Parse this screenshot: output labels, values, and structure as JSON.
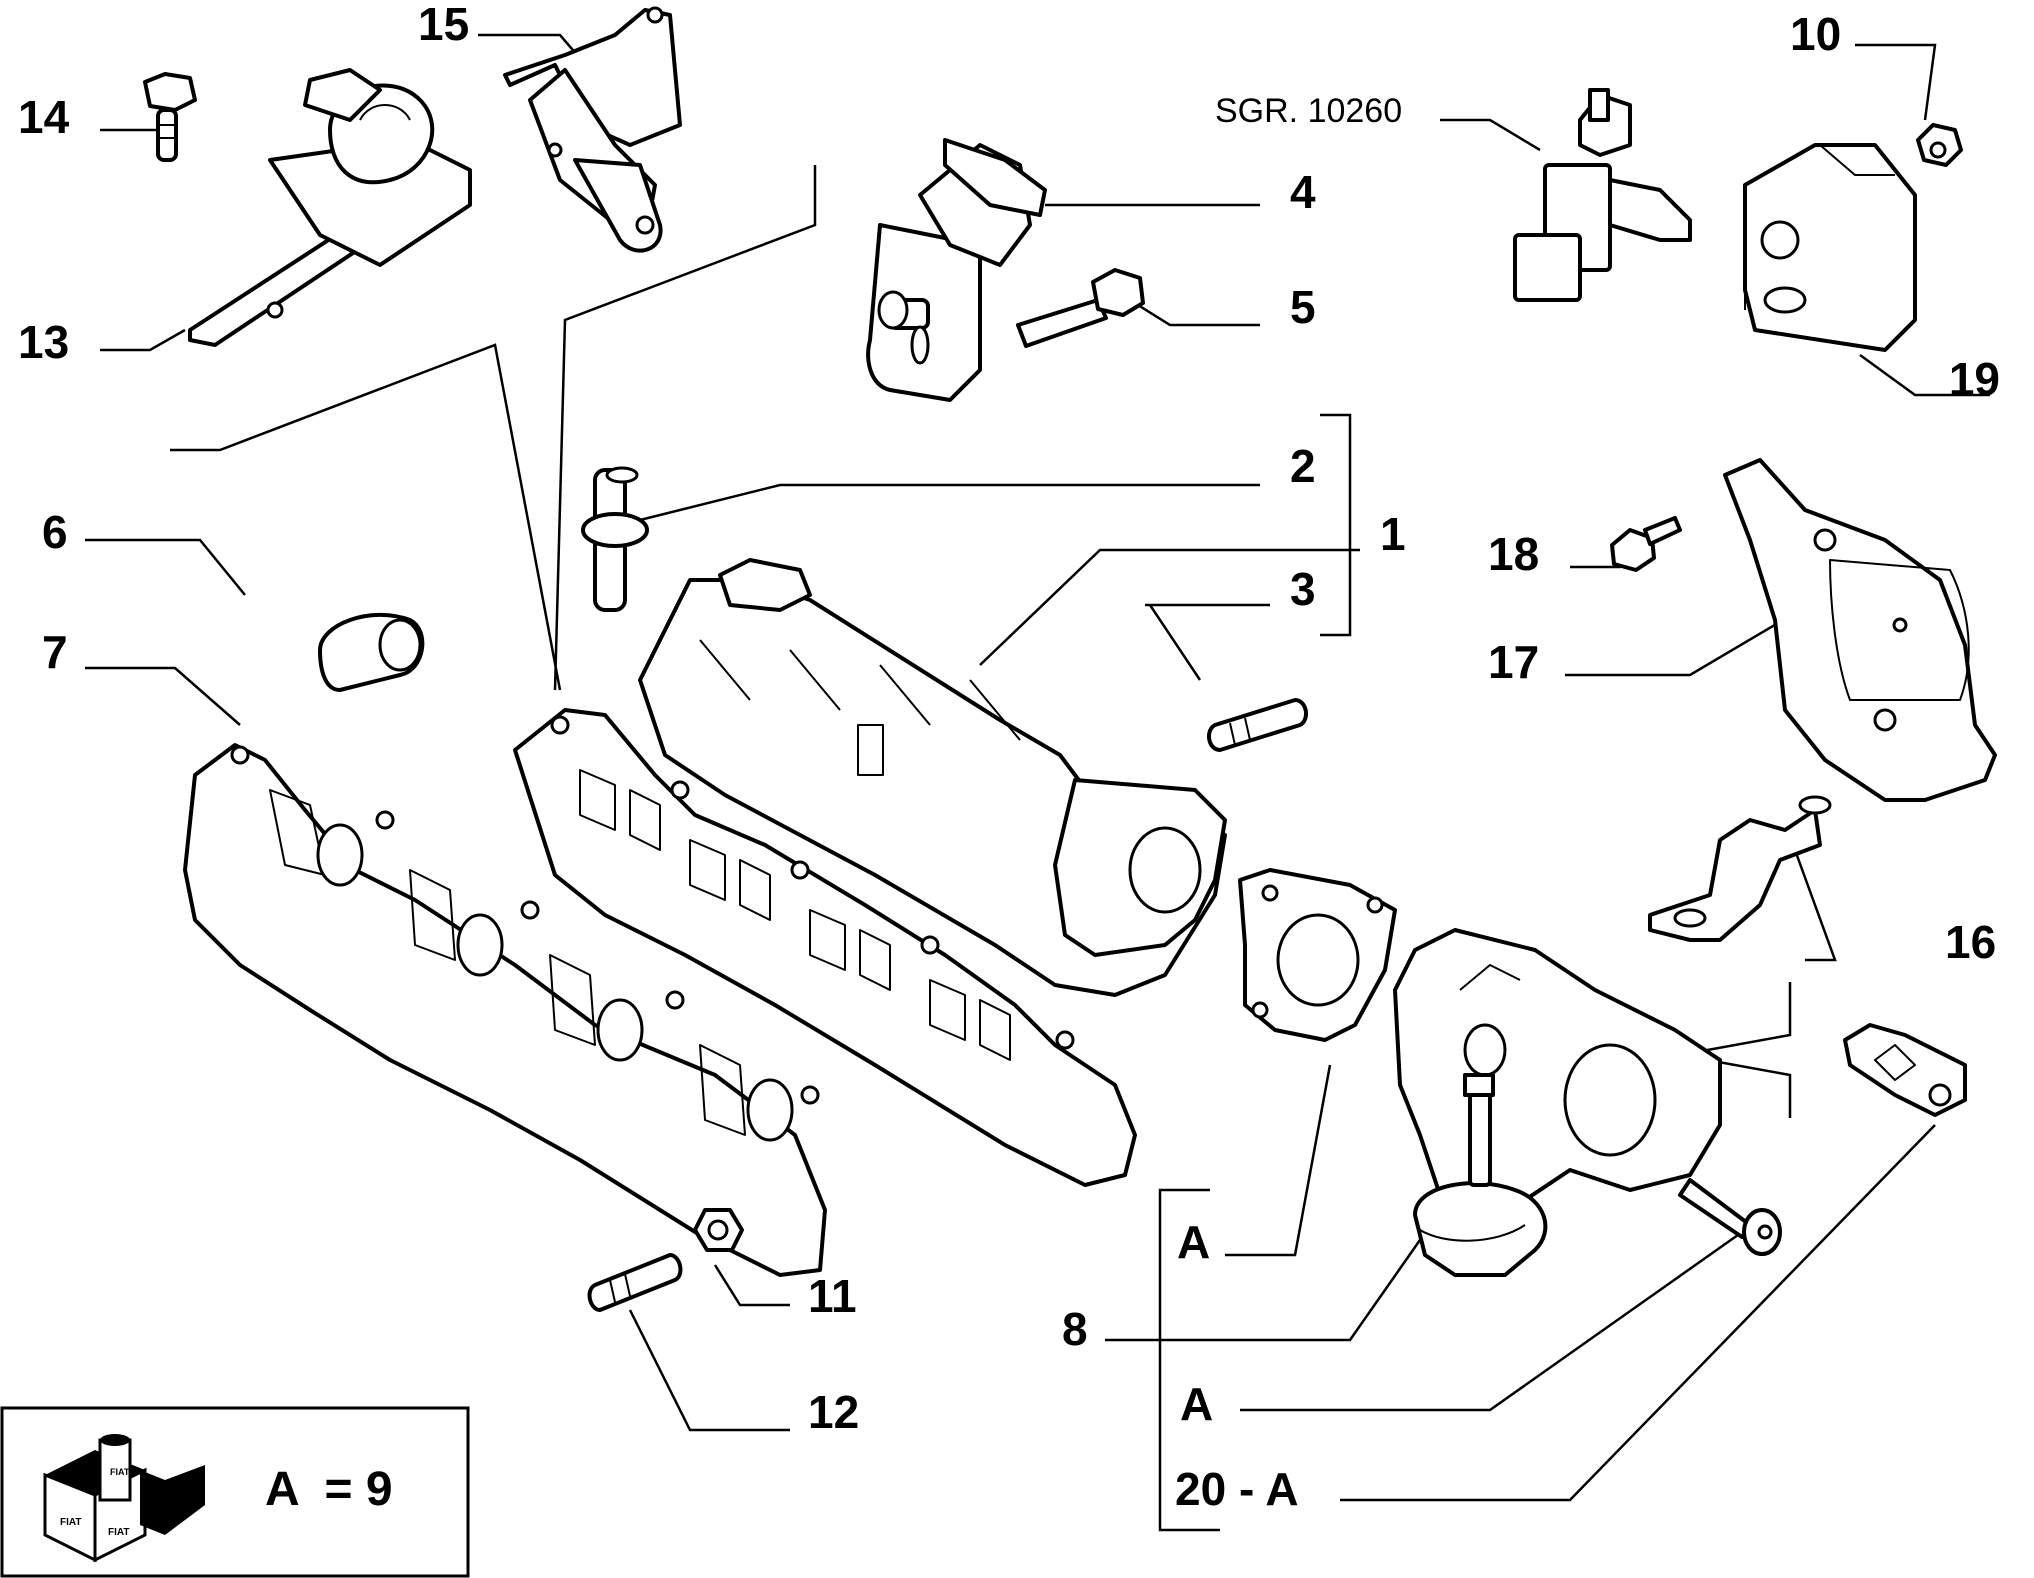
{
  "diagram": {
    "callouts": {
      "c1": "1",
      "c2": "2",
      "c3": "3",
      "c4": "4",
      "c5": "5",
      "c6": "6",
      "c7": "7",
      "c8": "8",
      "c10": "10",
      "c11": "11",
      "c12": "12",
      "c13": "13",
      "c14": "14",
      "c15": "15",
      "c16": "16",
      "c17": "17",
      "c18": "18",
      "c19": "19",
      "sgr": "SGR. 10260",
      "a1": "A",
      "a2": "A",
      "a20": "20 - A"
    },
    "legend": {
      "text": "A  = 9",
      "logo_words": [
        "FIAT",
        "FIAT",
        "FIAT"
      ]
    },
    "colors": {
      "line": "#000000",
      "background": "#ffffff",
      "fill": "#ffffff"
    }
  }
}
